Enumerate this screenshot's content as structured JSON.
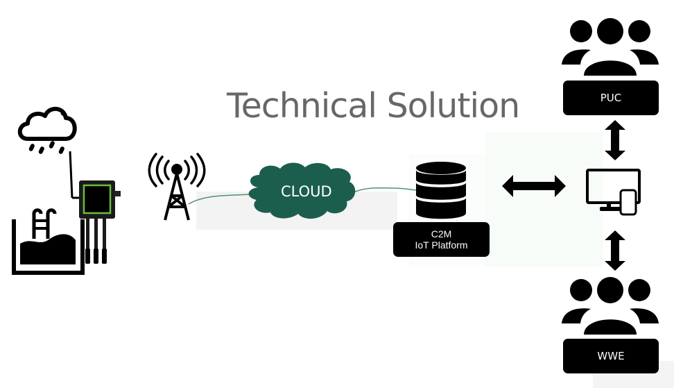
{
  "title": "Technical Solution",
  "nodes": {
    "weather": {
      "icon": "rain-cloud-icon"
    },
    "pool": {
      "icon": "swimming-pool-icon"
    },
    "sensor_device": {
      "icon": "iot-gateway-device-icon"
    },
    "tower": {
      "icon": "cell-tower-icon"
    },
    "cloud": {
      "label": "CLOUD",
      "icon": "cloud-icon"
    },
    "platform": {
      "line1": "C2M",
      "line2": "IoT Platform",
      "icon": "database-icon"
    },
    "terminal": {
      "icon": "monitor-phone-icon"
    },
    "puc": {
      "label": "PUC",
      "icon": "user-group-icon"
    },
    "wwe": {
      "label": "WWE",
      "icon": "user-group-icon"
    }
  },
  "colors": {
    "cloud": "#1c5e4d",
    "title": "#676767",
    "device_frame": "#6abe3c",
    "link_line": "#4f8f7a"
  },
  "connectors": [
    {
      "from": "tower",
      "to": "cloud",
      "type": "line"
    },
    {
      "from": "cloud",
      "to": "platform",
      "type": "line"
    },
    {
      "from": "platform",
      "to": "terminal",
      "type": "double-arrow-horizontal"
    },
    {
      "from": "puc",
      "to": "terminal",
      "type": "double-arrow-vertical"
    },
    {
      "from": "terminal",
      "to": "wwe",
      "type": "double-arrow-vertical"
    }
  ]
}
